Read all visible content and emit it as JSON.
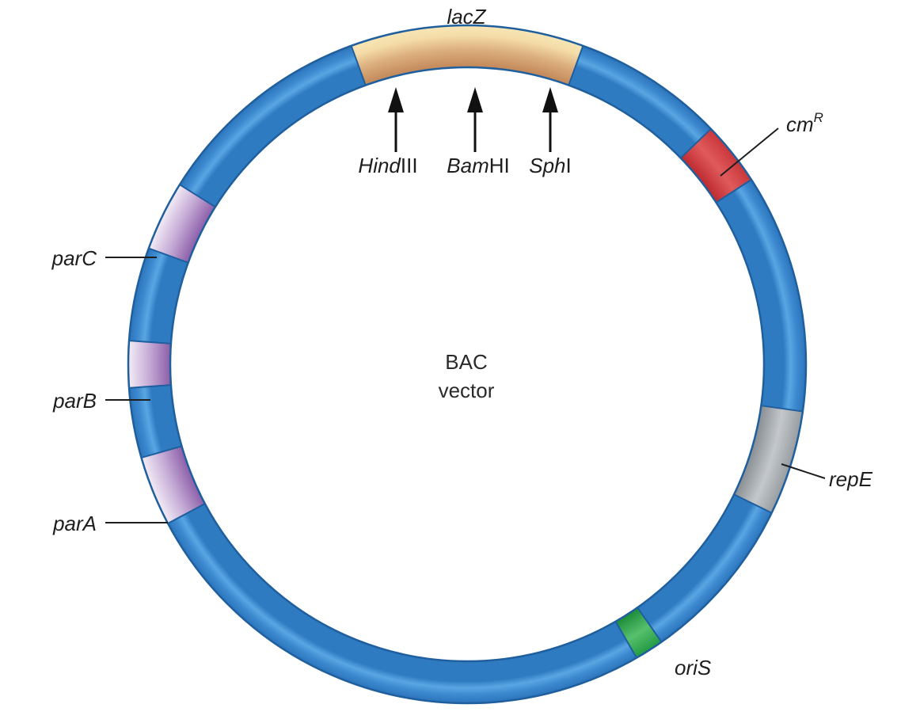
{
  "diagram": {
    "center_label_line1": "BAC",
    "center_label_line2": "vector",
    "ring_color": "#3b8ad0",
    "segments": [
      {
        "id": "lacz",
        "label": "lacZ",
        "color": "#d9a877"
      },
      {
        "id": "cmr",
        "label_base": "cm",
        "label_sup": "R",
        "color": "#d43d40"
      },
      {
        "id": "repe",
        "label": "repE",
        "color": "#9ea3a6"
      },
      {
        "id": "oris",
        "label": "oriS",
        "color": "#2ea84d"
      },
      {
        "id": "parc",
        "label": "parC",
        "color": "#a47fbb"
      },
      {
        "id": "parb",
        "label": "parB",
        "color": "#a47fbb"
      },
      {
        "id": "para",
        "label": "parA",
        "color": "#a47fbb"
      }
    ],
    "restriction_sites": [
      {
        "id": "hindiii",
        "italic": "Hind",
        "roman": "III"
      },
      {
        "id": "bamhi",
        "italic": "Bam",
        "roman": "HI"
      },
      {
        "id": "sphi",
        "italic": "Sph",
        "roman": "I"
      }
    ]
  }
}
